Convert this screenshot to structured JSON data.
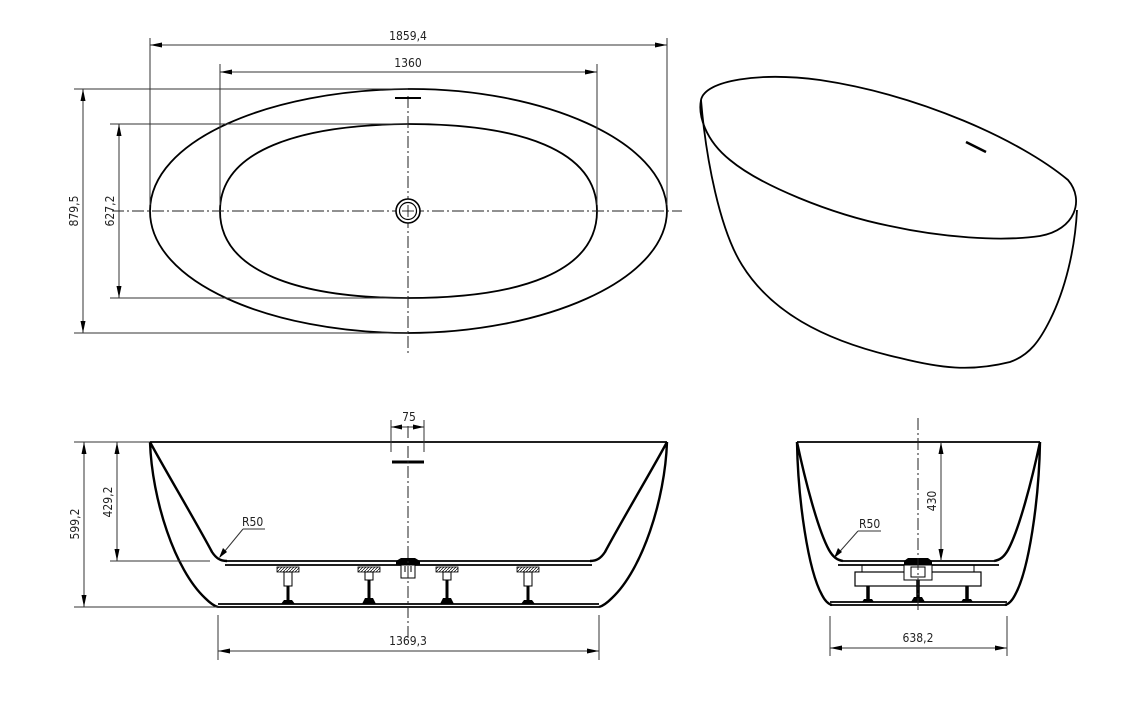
{
  "drawing": {
    "subject": "Freestanding bathtub technical drawing",
    "views": {
      "top": {
        "overall_length": "1859,4",
        "inner_length": "1360",
        "overall_width": "879,5",
        "inner_width": "627,2"
      },
      "front": {
        "overflow_width": "75",
        "overall_height": "599,2",
        "inner_depth": "429,2",
        "bottom_radius": "R50",
        "base_length": "1369,3"
      },
      "side": {
        "inner_depth": "430",
        "bottom_radius": "R50",
        "base_width": "638,2"
      },
      "perspective": {
        "label": ""
      }
    },
    "colors": {
      "line": "#000000",
      "dimension": "#333333",
      "background": "#ffffff"
    }
  }
}
